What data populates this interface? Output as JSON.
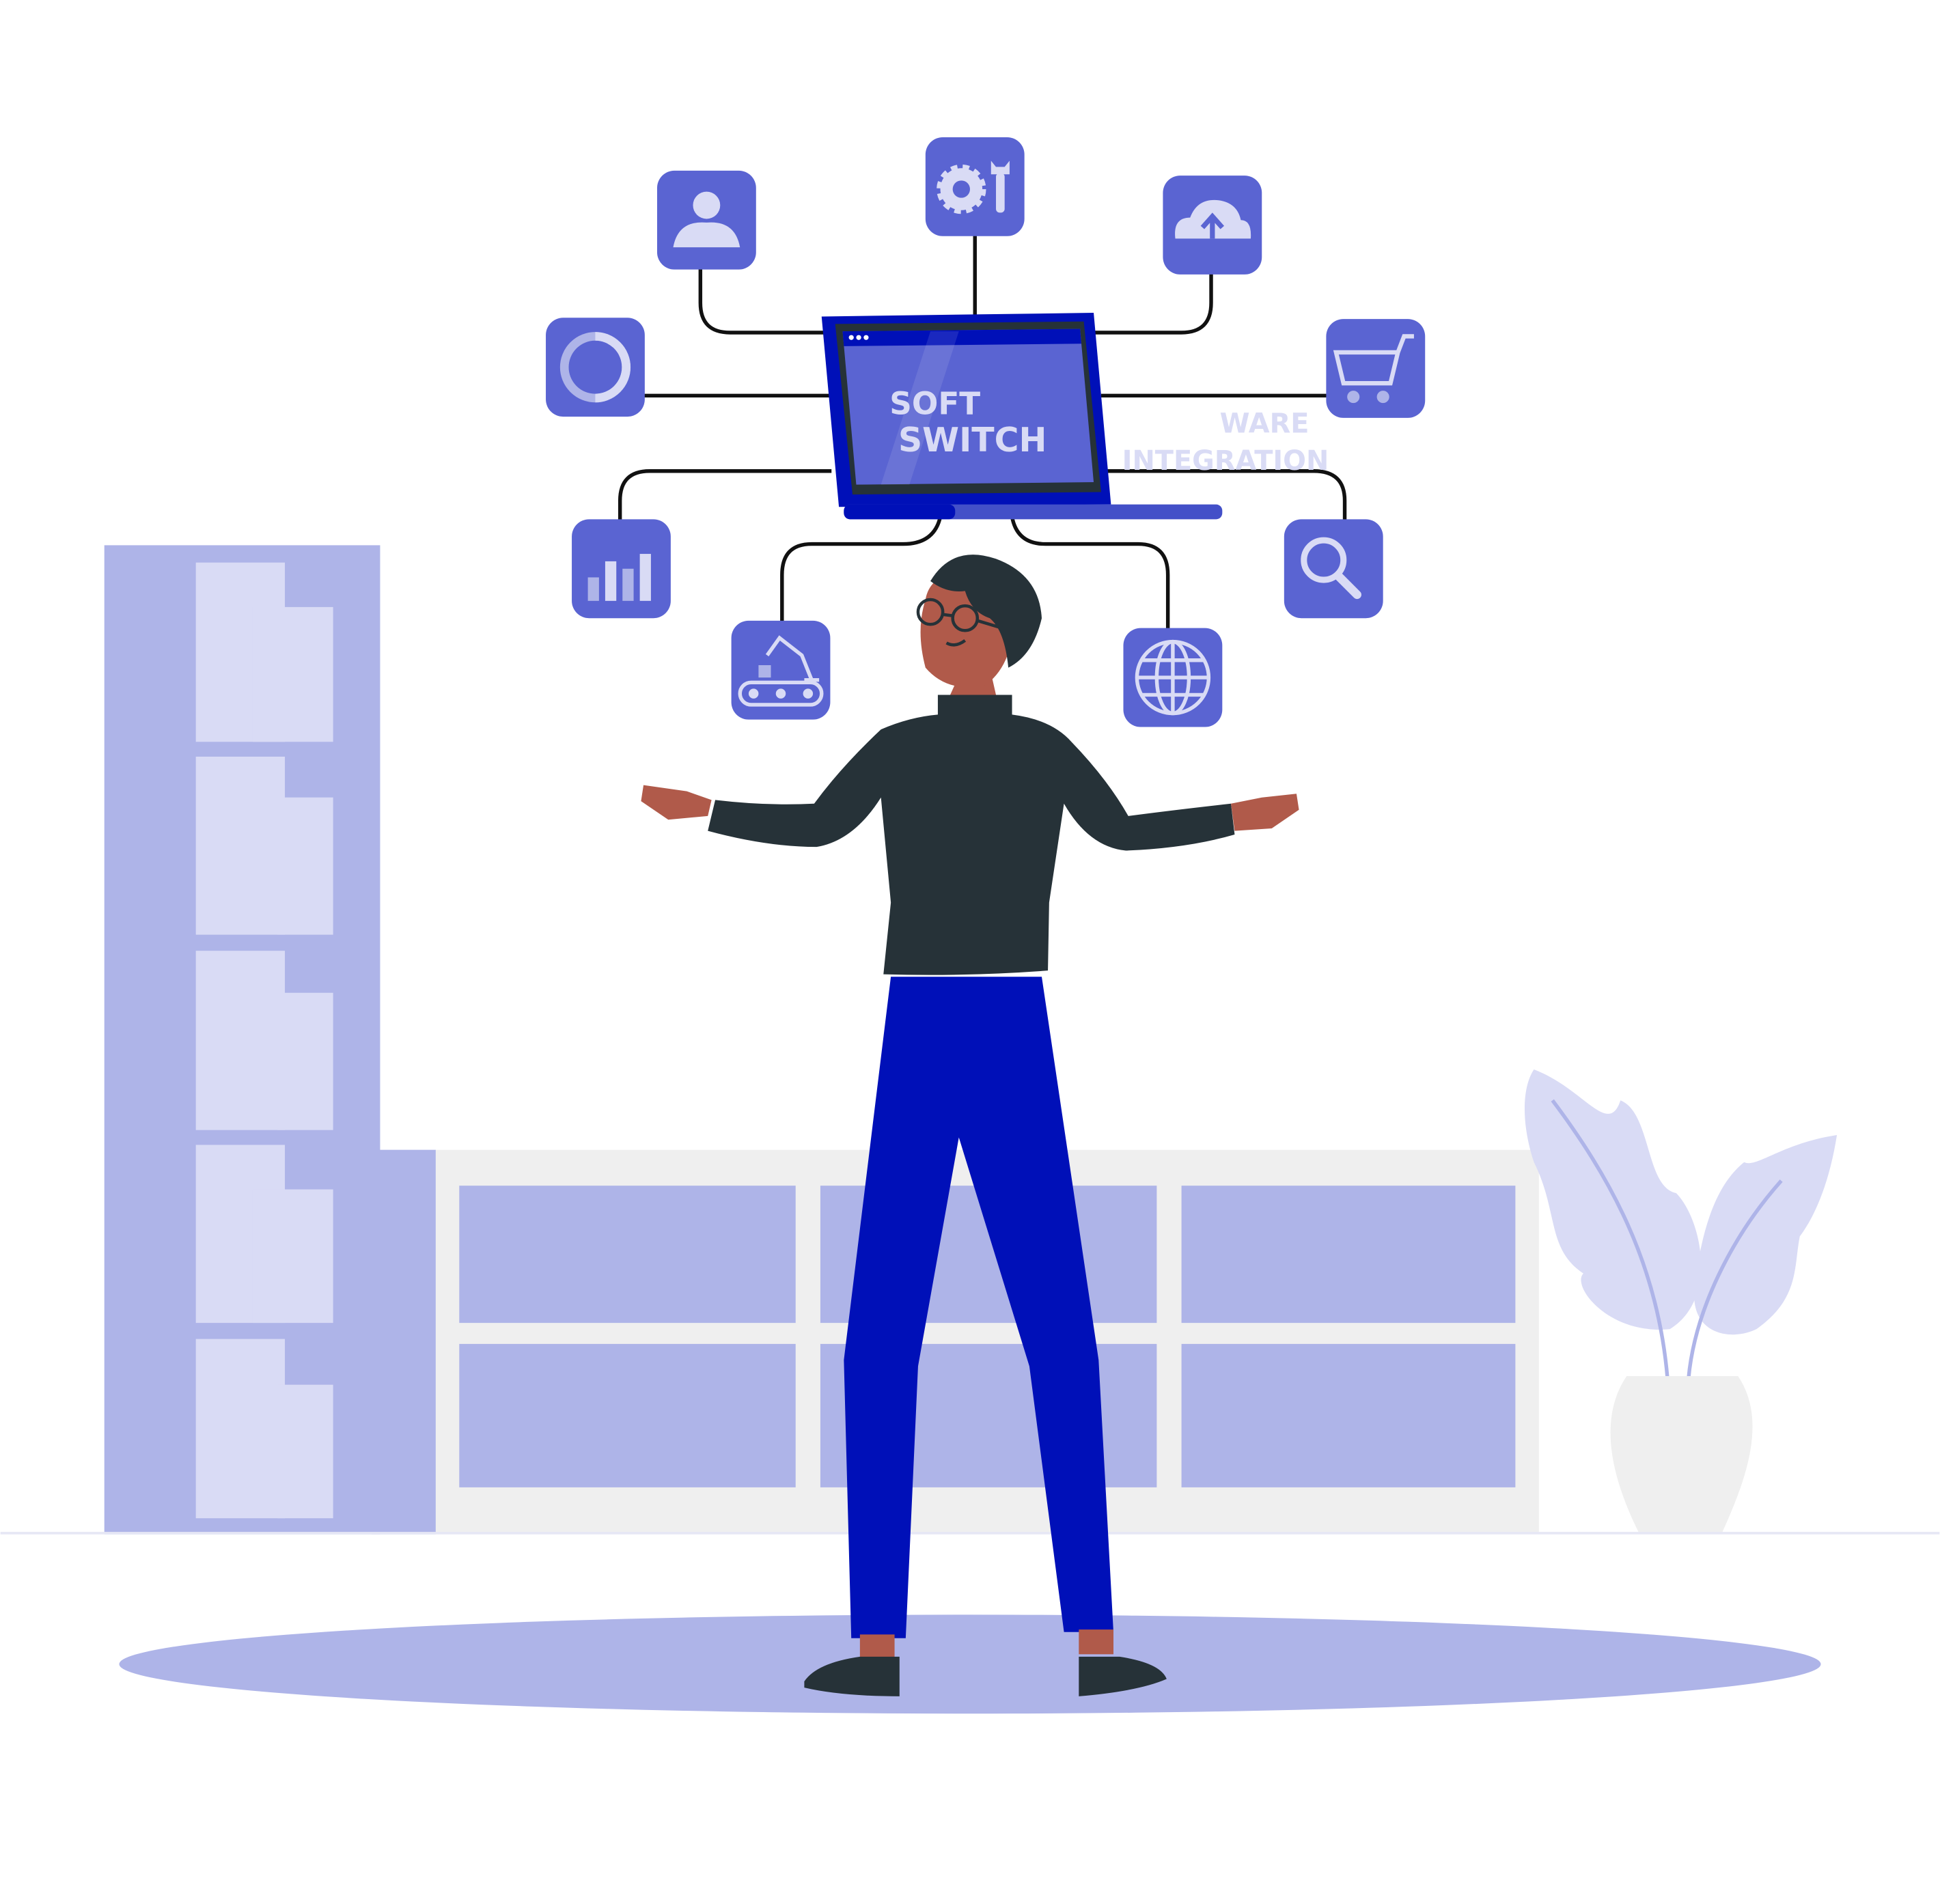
{
  "screen": {
    "line1": "SOFT",
    "line2": "SWITCH"
  },
  "caption": {
    "line1": "WARE",
    "line2": "INTEGRATION"
  },
  "icons": [
    "user-icon",
    "gear-wrench-icon",
    "cloud-upload-icon",
    "loading-ring-icon",
    "shopping-cart-icon",
    "bar-chart-icon",
    "robot-arm-icon",
    "globe-icon",
    "search-icon"
  ],
  "colors": {
    "accent": "#5a64d2",
    "deep_blue": "#0010b8",
    "light_blue": "#aeb4e8",
    "pale_blue": "#d9dbf5",
    "dark": "#263238",
    "skin": "#b05a4a",
    "grey": "#efefef"
  }
}
